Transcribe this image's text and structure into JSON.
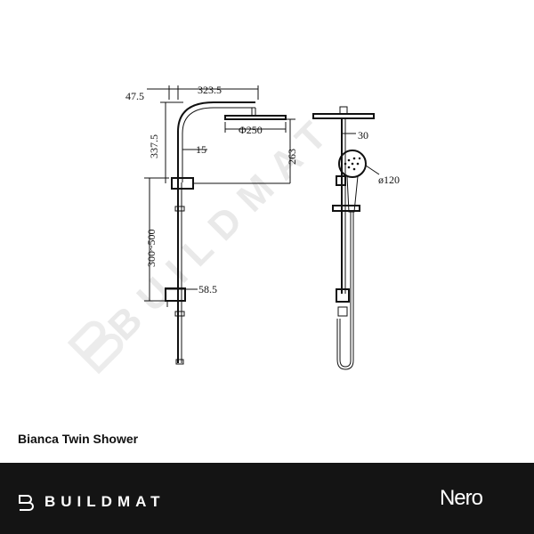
{
  "dimensions": {
    "d_47_5": "47.5",
    "d_323_5": "323.5",
    "d_337_5": "337.5",
    "d_15": "15",
    "d_263": "263",
    "d_250": "Φ250",
    "d_300_500": "300~500",
    "d_58_5": "58.5",
    "d_30": "30",
    "d_120": "ø120"
  },
  "watermark": "BUILDMAT",
  "product_title": "Bianca Twin Shower",
  "footer": {
    "brand": "BUILDMAT",
    "partner": "Nero"
  },
  "colors": {
    "line": "#111111",
    "footer_bg": "#141414",
    "footer_text": "#ffffff",
    "watermark": "#e6e6e6"
  }
}
